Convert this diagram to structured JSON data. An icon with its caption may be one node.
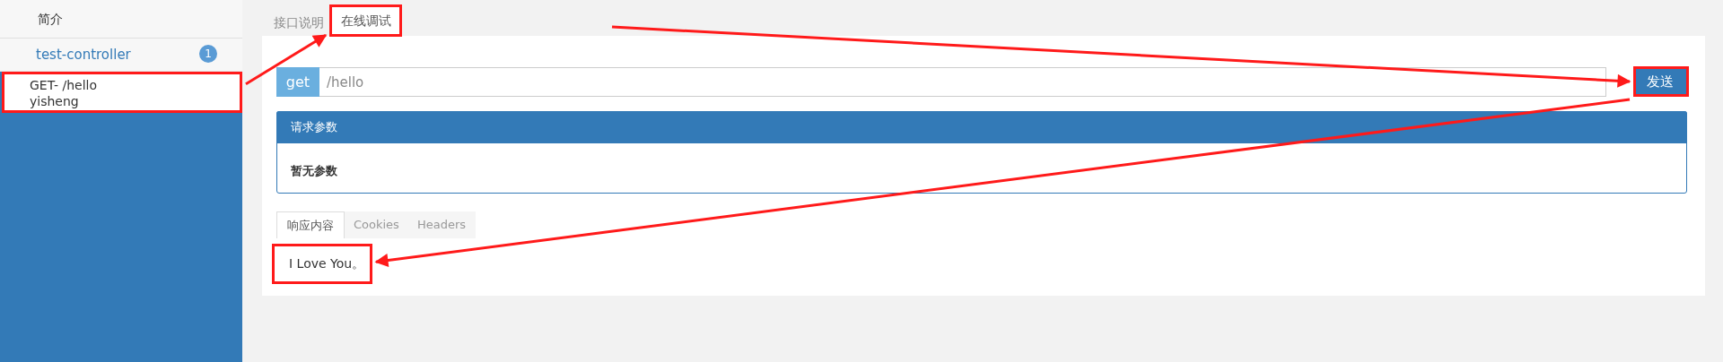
{
  "diagram": {
    "nodes": [
      {
        "text": [
          "GET- /hello",
          "yisheng"
        ]
      },
      {
        "text": [
          "在线调试"
        ]
      },
      {
        "text": [
          "发送"
        ]
      },
      {
        "text": [
          "I Love You。"
        ]
      }
    ],
    "edges": [
      {
        "from": 0,
        "to": 1,
        "arrow": "to"
      },
      {
        "from": null,
        "to": 2,
        "arrow": "to"
      },
      {
        "from": 2,
        "to": 3,
        "arrow": "to"
      }
    ],
    "labels": [
      "简介",
      "test-controller",
      "1",
      "接口说明",
      "get",
      "/hello",
      "请求参数",
      "暂无参数",
      "响应内容",
      "Cookies",
      "Headers"
    ]
  }
}
